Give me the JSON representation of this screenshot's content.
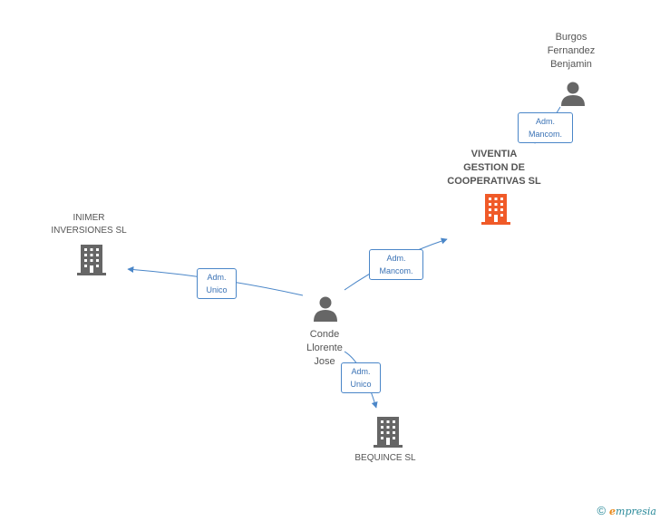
{
  "nodes": {
    "burgos": {
      "label": "Burgos\nFernandez\nBenjamin",
      "type": "person",
      "color": "#666666"
    },
    "viventia": {
      "label": "VIVENTIA\nGESTION DE\nCOOPERATIVAS SL",
      "type": "company",
      "color": "#f05a28"
    },
    "inimer": {
      "label": "INIMER\nINVERSIONES SL",
      "type": "company",
      "color": "#666666"
    },
    "conde": {
      "label": "Conde\nLlorente\nJose",
      "type": "person",
      "color": "#666666"
    },
    "bequince": {
      "label": "BEQUINCE SL",
      "type": "company",
      "color": "#666666"
    }
  },
  "edges": {
    "burgos_viventia": "Adm.\nMancom.",
    "conde_viventia": "Adm.\nMancom.",
    "conde_inimer": "Adm.\nUnico",
    "conde_bequince": "Adm.\nUnico"
  },
  "colors": {
    "edge": "#4a86c8"
  },
  "footer": {
    "copyright": "©",
    "brand_e": "e",
    "brand_rest": "mpresia"
  }
}
